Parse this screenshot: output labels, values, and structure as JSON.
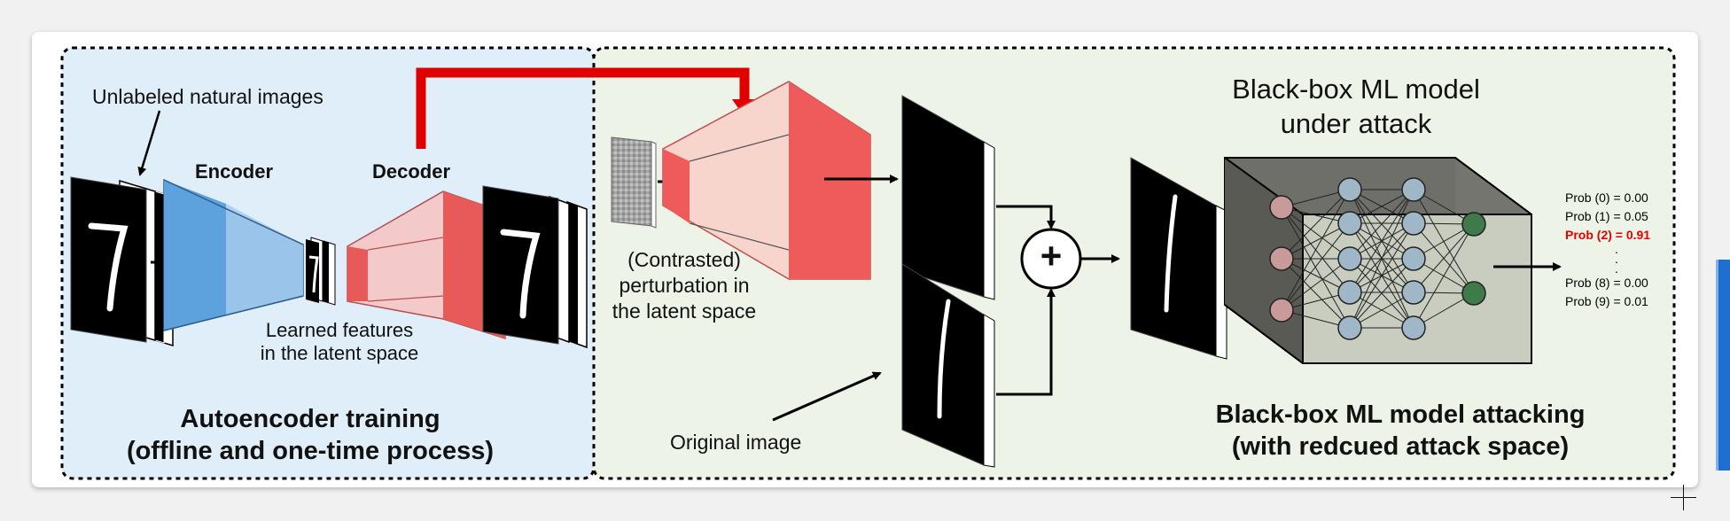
{
  "labels": {
    "unlabeled_images": "Unlabeled natural images",
    "encoder": "Encoder",
    "decoder": "Decoder",
    "learned_features": "Learned features\nin the latent space",
    "autoencoder_title": "Autoencoder training\n(offline and one-time process)",
    "perturbation": "(Contrasted)\nperturbation in\nthe latent space",
    "original_image": "Original image",
    "blackbox_model": "Black-box ML model\nunder attack",
    "attack_title": "Black-box ML model attacking\n(with redcued attack space)",
    "plus_symbol": "+"
  },
  "probabilities": [
    {
      "text": "Prob (0) = 0.00",
      "highlight": false
    },
    {
      "text": "Prob (1) = 0.05",
      "highlight": false
    },
    {
      "text": "Prob (2) = 0.91",
      "highlight": true
    },
    {
      "text": ".",
      "highlight": false
    },
    {
      "text": ".",
      "highlight": false
    },
    {
      "text": ".",
      "highlight": false
    },
    {
      "text": "Prob (8) = 0.00",
      "highlight": false
    },
    {
      "text": "Prob (9) = 0.01",
      "highlight": false
    }
  ],
  "digits": {
    "input": "7",
    "latent": "7",
    "output": "7",
    "original": "1",
    "adversarial": "1"
  },
  "colors": {
    "left_panel": "#dfeef8",
    "right_panel": "#edf3e6",
    "encoder": "#4e95d1",
    "decoder": "#e85a5a",
    "highlight_red": "#e00000",
    "node_gray": "#9fb7c6",
    "node_pink": "#c89a9a",
    "node_green": "#3e7a4a"
  }
}
